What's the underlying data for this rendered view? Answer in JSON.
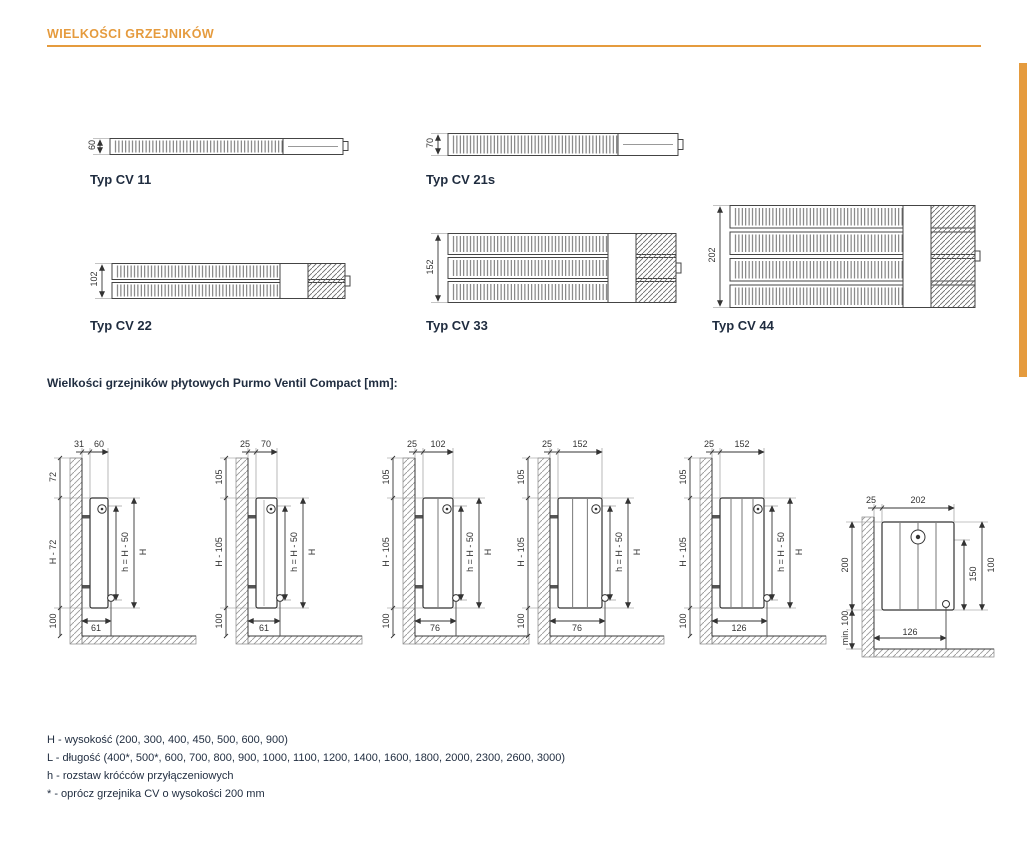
{
  "page": {
    "title": "WIELKOŚCI GRZEJNIKÓW",
    "accent_color": "#E59B3E",
    "ink_color": "#1F2C3F"
  },
  "cross_sections": [
    {
      "label": "Typ CV 11",
      "depth": "60"
    },
    {
      "label": "Typ CV 21s",
      "depth": "70"
    },
    {
      "label": "Typ CV 22",
      "depth": "102"
    },
    {
      "label": "Typ CV 33",
      "depth": "152"
    },
    {
      "label": "Typ CV 44",
      "depth": "202"
    }
  ],
  "section_title": "Wielkości grzejników płytowych Purmo Ventil Compact [mm]:",
  "side_views": [
    {
      "wall_gap": "31",
      "depth": "60",
      "top_offset": "72",
      "bracket_span": "H - 72",
      "conn_spacing": "h = H - 50",
      "height": "H",
      "floor_clearance": "100",
      "conn_distance": "61"
    },
    {
      "wall_gap": "25",
      "depth": "70",
      "top_offset": "105",
      "bracket_span": "H - 105",
      "conn_spacing": "h = H - 50",
      "height": "H",
      "floor_clearance": "100",
      "conn_distance": "61"
    },
    {
      "wall_gap": "25",
      "depth": "102",
      "top_offset": "105",
      "bracket_span": "H - 105",
      "conn_spacing": "h = H - 50",
      "height": "H",
      "floor_clearance": "100",
      "conn_distance": "76"
    },
    {
      "wall_gap": "25",
      "depth": "152",
      "top_offset": "105",
      "bracket_span": "H - 105",
      "conn_spacing": "h = H - 50",
      "height": "H",
      "floor_clearance": "100",
      "conn_distance": "76"
    },
    {
      "wall_gap": "25",
      "depth": "152",
      "top_offset": "105",
      "bracket_span": "H - 105",
      "conn_spacing": "h = H - 50",
      "height": "H",
      "floor_clearance": "100",
      "conn_distance": "126"
    }
  ],
  "low_model_view": {
    "depth": "202",
    "wall_gap": "25",
    "height": "200",
    "dim_right_inner": "150",
    "dim_right_outer": "100",
    "floor_clearance": "min. 100",
    "conn_distance": "126"
  },
  "legend": [
    "H - wysokość (200, 300, 400, 450, 500, 600, 900)",
    "L - długość (400*, 500*, 600, 700, 800, 900, 1000, 1100, 1200, 1400, 1600, 1800, 2000, 2300, 2600, 3000)",
    "h - rozstaw króćców przyłączeniowych",
    "* - oprócz grzejnika CV o wysokości 200 mm"
  ]
}
